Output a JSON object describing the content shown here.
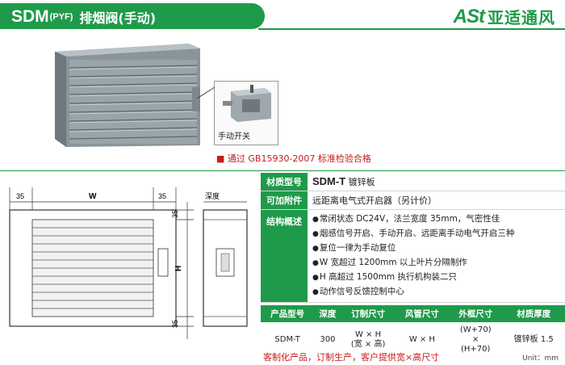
{
  "header": {
    "model": "SDM",
    "model_suffix": "(PYF)",
    "product_name": "排烟阀(手动)"
  },
  "logo": {
    "mark": "ASt",
    "company": "亚适通风"
  },
  "photo": {
    "inset_label": "手动开关"
  },
  "certification": "■ 通过 GB15930-2007 标准检验合格",
  "drawing": {
    "dim_top_left": "35",
    "dim_width": "W",
    "dim_top_right": "35",
    "dim_right_top": "35",
    "dim_height": "H",
    "dim_right_bottom": "35",
    "depth_label": "深度"
  },
  "specs": {
    "material_label": "材质型号",
    "material_model": "SDM-T",
    "material_text": "镀锌板",
    "option_label": "可加附件",
    "option_text": "远距离电气式开启器（另计价）",
    "structure_label": "结构概述",
    "features": [
      "常闭状态 DC24V，法兰宽度 35mm，气密性佳",
      "烟感信号开启、手动开启、远距离手动电气开启三种",
      "复位一律为手动复位",
      "W 宽超过 1200mm 以上叶片分隔制作",
      "H 高超过 1500mm 执行机构装二只",
      "动作信号反馈控制中心"
    ]
  },
  "product_table": {
    "headers": [
      "产品型号",
      "深度",
      "订制尺寸",
      "风管尺寸",
      "外框尺寸",
      "材质厚度"
    ],
    "row": {
      "model": "SDM-T",
      "depth": "300",
      "custom_1": "W × H",
      "custom_2": "(宽 × 高)",
      "duct": "W × H",
      "frame_1": "(W+70)",
      "frame_2": "×",
      "frame_3": "(H+70)",
      "thickness": "镀锌板 1.5"
    }
  },
  "footer": {
    "note": "客制化产品，订制生产，客户提供宽×高尺寸",
    "unit": "Unit：mm"
  }
}
